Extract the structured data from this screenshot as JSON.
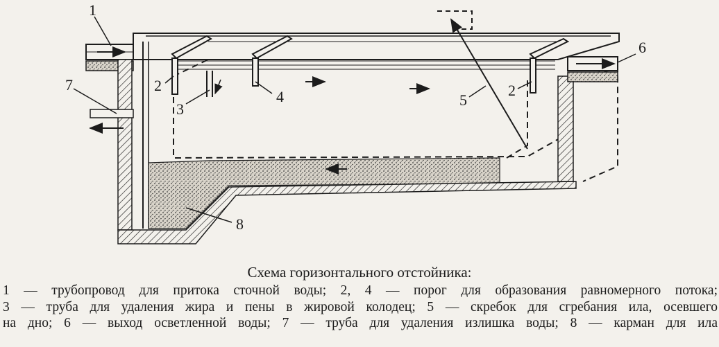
{
  "labels": {
    "n1": "1",
    "n2a": "2",
    "n2b": "2",
    "n3": "3",
    "n4": "4",
    "n5": "5",
    "n6": "6",
    "n7": "7",
    "n8": "8"
  },
  "caption": {
    "title": "Схема горизонтального отстойника:",
    "lines": [
      "1 — трубопровод для притока сточной воды; 2, 4 — порог для образования равномерного потока;",
      "3 — труба для удаления жира и пены в жировой колодец; 5 — скребок для сгребания ила, осевшего",
      "на дно; 6 — выход осветленной воды; 7 — труба для удаления излишка воды; 8 — карман для ила"
    ]
  },
  "colors": {
    "ink": "#1c1c1c",
    "paper": "#f3f1ec",
    "sludge": "#cfcac0"
  }
}
